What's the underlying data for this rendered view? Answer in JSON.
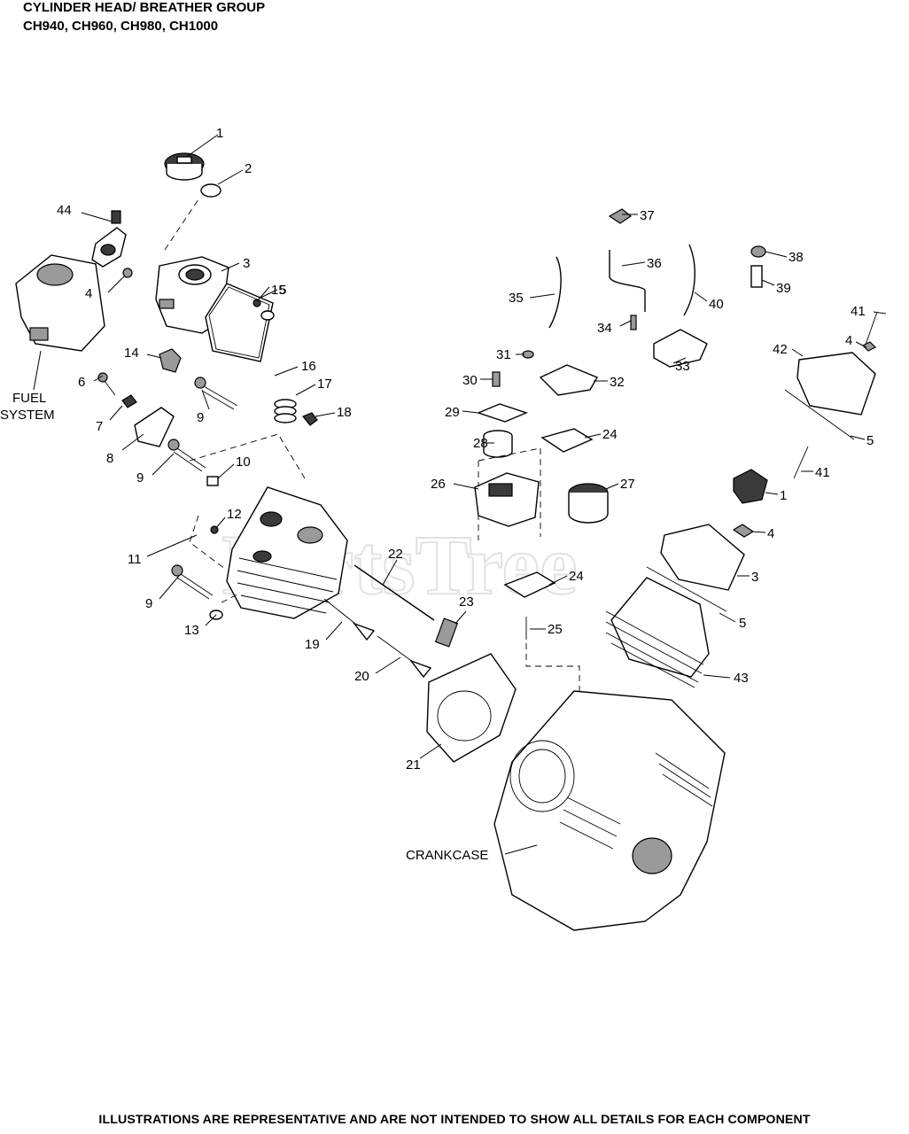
{
  "title": {
    "line1": "CYLINDER HEAD/ BREATHER GROUP",
    "line2": "CH940, CH960, CH980, CH1000"
  },
  "footer": "ILLUSTRATIONS ARE REPRESENTATIVE AND ARE NOT INTENDED TO SHOW ALL DETAILS FOR EACH COMPONENT",
  "watermark": "PartsTree",
  "references": {
    "fuel_system_1": "FUEL",
    "fuel_system_2": "SYSTEM",
    "crankcase": "CRANKCASE"
  },
  "callouts": [
    {
      "n": "1"
    },
    {
      "n": "2"
    },
    {
      "n": "44"
    },
    {
      "n": "4"
    },
    {
      "n": "3"
    },
    {
      "n": "5"
    },
    {
      "n": "14"
    },
    {
      "n": "15"
    },
    {
      "n": "16"
    },
    {
      "n": "17"
    },
    {
      "n": "18"
    },
    {
      "n": "6"
    },
    {
      "n": "7"
    },
    {
      "n": "8"
    },
    {
      "n": "9"
    },
    {
      "n": "9"
    },
    {
      "n": "10"
    },
    {
      "n": "12"
    },
    {
      "n": "11"
    },
    {
      "n": "9"
    },
    {
      "n": "13"
    },
    {
      "n": "22"
    },
    {
      "n": "23"
    },
    {
      "n": "19"
    },
    {
      "n": "20"
    },
    {
      "n": "21"
    },
    {
      "n": "37"
    },
    {
      "n": "36"
    },
    {
      "n": "38"
    },
    {
      "n": "35"
    },
    {
      "n": "40"
    },
    {
      "n": "39"
    },
    {
      "n": "34"
    },
    {
      "n": "41"
    },
    {
      "n": "4"
    },
    {
      "n": "42"
    },
    {
      "n": "31"
    },
    {
      "n": "33"
    },
    {
      "n": "30"
    },
    {
      "n": "32"
    },
    {
      "n": "29"
    },
    {
      "n": "24"
    },
    {
      "n": "28"
    },
    {
      "n": "5"
    },
    {
      "n": "41"
    },
    {
      "n": "26"
    },
    {
      "n": "27"
    },
    {
      "n": "1"
    },
    {
      "n": "4"
    },
    {
      "n": "3"
    },
    {
      "n": "24"
    },
    {
      "n": "25"
    },
    {
      "n": "5"
    },
    {
      "n": "43"
    }
  ]
}
